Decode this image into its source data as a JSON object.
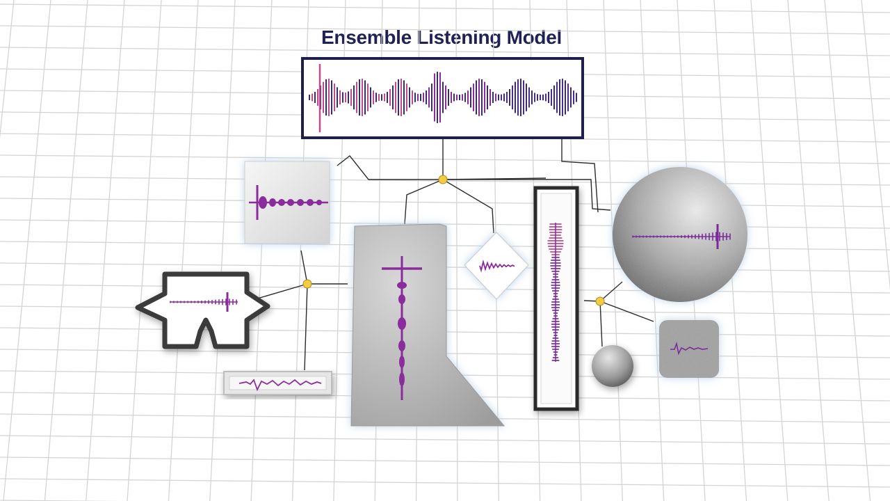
{
  "title": "Ensemble Listening Model",
  "colors": {
    "background": "#ffffff",
    "grid": "#d4d4d4",
    "title": "#1f2254",
    "frame_dark": "#1e1f4a",
    "waveform": "#7a2a9a",
    "waveform_pink": "#c24a8a",
    "connector": "#2a2a2a",
    "junction": "#f3cc46",
    "glow": "#bcd3e8"
  },
  "components": [
    {
      "name": "main-waveform-panel",
      "shape": "rectangle",
      "style": "dark-outline"
    },
    {
      "name": "square-panel",
      "shape": "square",
      "style": "light-gray"
    },
    {
      "name": "bracket-frame",
      "shape": "bracket",
      "style": "dark-outline"
    },
    {
      "name": "thin-strip",
      "shape": "rectangle",
      "style": "light-gray"
    },
    {
      "name": "tall-gray-slab",
      "shape": "pentagon",
      "style": "gray-gradient"
    },
    {
      "name": "diamond",
      "shape": "diamond",
      "style": "white"
    },
    {
      "name": "tall-column",
      "shape": "rectangle",
      "style": "dark-outline"
    },
    {
      "name": "large-sphere",
      "shape": "sphere",
      "style": "textured-gray"
    },
    {
      "name": "small-sphere",
      "shape": "sphere",
      "style": "gray"
    },
    {
      "name": "textured-square",
      "shape": "rounded-square",
      "style": "textured-gray"
    }
  ],
  "junction_count": 3
}
